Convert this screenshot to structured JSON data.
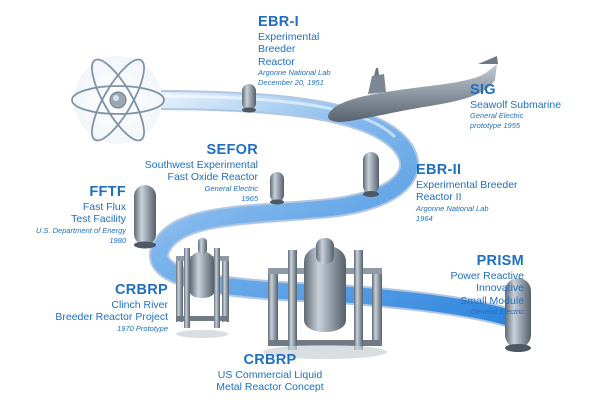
{
  "labels": {
    "ebr1": {
      "title": "EBR-I",
      "desc": [
        "Experimental",
        "Breeder",
        "Reactor"
      ],
      "sub": [
        "Argonne National Lab",
        "December 20, 1951"
      ]
    },
    "sig": {
      "title": "SIG",
      "desc": [
        "Seawolf Submarine"
      ],
      "sub": [
        "General Electric",
        "prototype 1955"
      ]
    },
    "sefor": {
      "title": "SEFOR",
      "desc": [
        "Southwest Experimental",
        "Fast Oxide Reactor"
      ],
      "sub": [
        "General Electric",
        "1965"
      ]
    },
    "ebr2": {
      "title": "EBR-II",
      "desc": [
        "Experimental Breeder",
        "Reactor II"
      ],
      "sub": [
        "Argonne National Lab",
        "1964"
      ]
    },
    "fftf": {
      "title": "FFTF",
      "desc": [
        "Fast Flux",
        "Test Facility"
      ],
      "sub": [
        "U.S. Department of Energy",
        "1980"
      ]
    },
    "crbrp1": {
      "title": "CRBRP",
      "desc": [
        "Clinch River",
        "Breeder Reactor Project"
      ],
      "sub": [
        "1970 Prototype"
      ]
    },
    "prism": {
      "title": "PRISM",
      "desc": [
        "Power Reactive",
        "Innovative",
        "Small Module"
      ],
      "sub": [
        "General Electric"
      ]
    },
    "crbrp2": {
      "title": "CRBRP",
      "desc": [
        "US Commercial Liquid",
        "Metal Reactor Concept"
      ],
      "sub": []
    }
  },
  "colors": {
    "text": "#1f6fc0",
    "path": "#3d8ee0",
    "metal": "#8a96a2"
  }
}
